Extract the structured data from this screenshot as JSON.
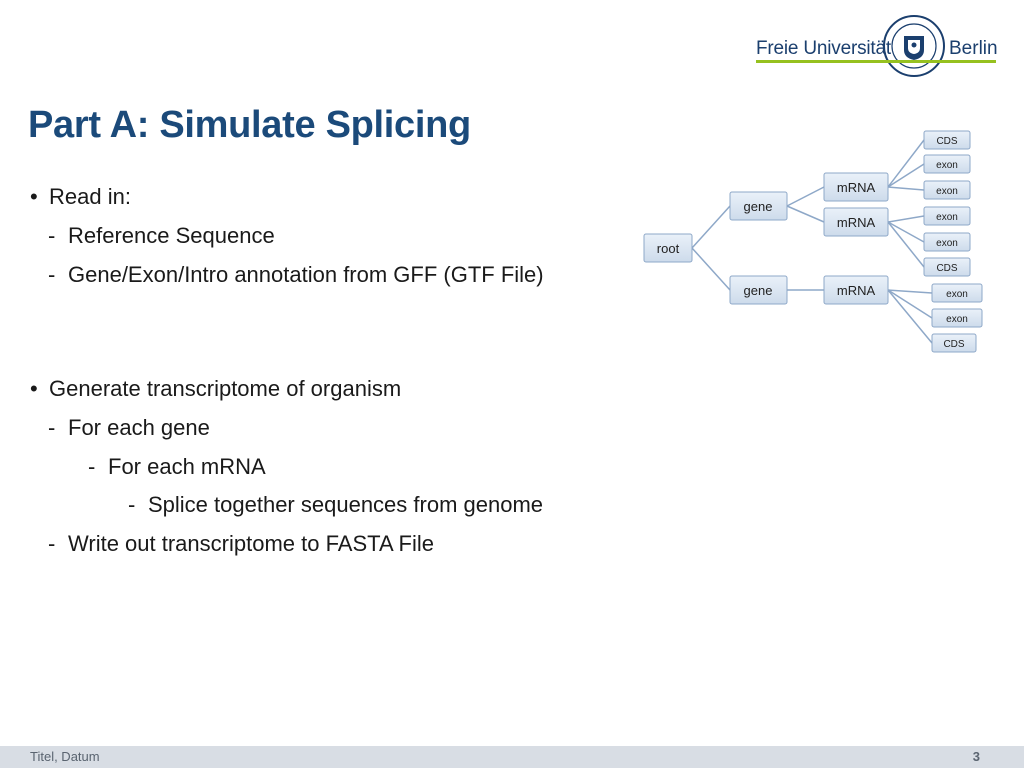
{
  "header": {
    "logo_left": "Freie Universität",
    "logo_right": "Berlin"
  },
  "title": "Part A: Simulate Splicing",
  "bullets": [
    {
      "marker": "•",
      "text": "Read in:"
    },
    {
      "marker": "-",
      "text": "Reference Sequence"
    },
    {
      "marker": "-",
      "text": "Gene/Exon/Intro annotation from GFF (GTF File)"
    },
    {
      "marker": "•",
      "text": "Generate transcriptome of organism"
    },
    {
      "marker": "-",
      "text": "For each gene"
    },
    {
      "marker": "-",
      "text": "For each mRNA"
    },
    {
      "marker": "-",
      "text": "Splice together sequences from genome"
    },
    {
      "marker": "-",
      "text": "Write out transcriptome to FASTA File"
    }
  ],
  "diagram": {
    "root": "root",
    "genes": [
      "gene",
      "gene"
    ],
    "mrnas": [
      "mRNA",
      "mRNA",
      "mRNA"
    ],
    "leaves": [
      "CDS",
      "exon",
      "exon",
      "exon",
      "exon",
      "CDS",
      "exon",
      "exon",
      "CDS"
    ]
  },
  "footer": {
    "left": "Titel, Datum",
    "page": "3"
  },
  "colors": {
    "title": "#1b4a7a",
    "accent_line": "#96c11f",
    "node_fill": "#dbe6f3",
    "node_border": "#8ea8c8"
  }
}
